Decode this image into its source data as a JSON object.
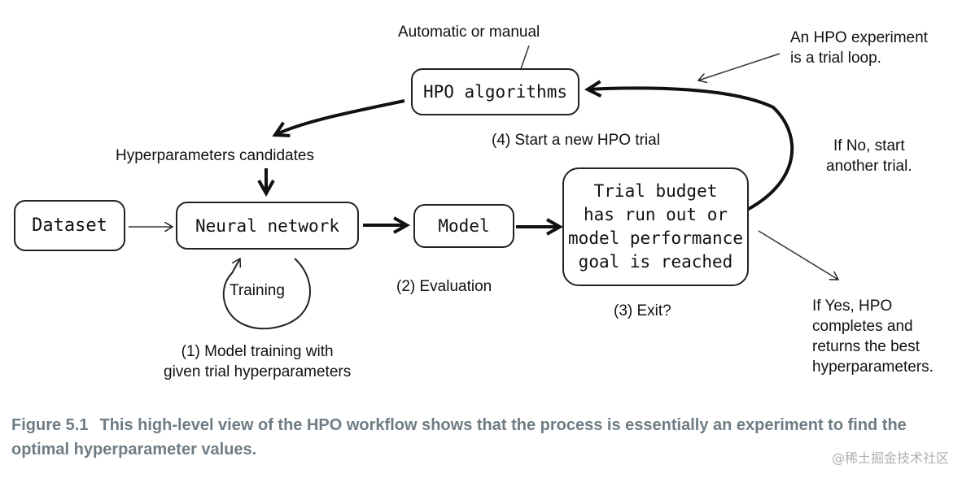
{
  "nodes": {
    "hpo_algorithms": "HPO algorithms",
    "dataset": "Dataset",
    "neural_network": "Neural network",
    "model": "Model",
    "exit_condition": [
      "Trial budget",
      "has run out or",
      "model performance",
      "goal is reached"
    ]
  },
  "labels": {
    "automatic_or_manual": "Automatic or manual",
    "hpo_experiment": [
      "An HPO experiment",
      "is a trial loop."
    ],
    "hyperparameter_candidates": "Hyperparameters candidates",
    "start_new_trial": "(4) Start a new HPO trial",
    "if_no": [
      "If No, start",
      "another trial."
    ],
    "training": "Training",
    "evaluation": "(2) Evaluation",
    "exit": "(3) Exit?",
    "model_training": [
      "(1) Model training with",
      "given trial hyperparameters"
    ],
    "if_yes": [
      "If Yes, HPO",
      "completes and",
      "returns the best",
      "hyperparameters."
    ]
  },
  "caption": {
    "number": "Figure 5.1",
    "text": "This high-level view of the HPO workflow shows that the process is essentially an experiment to find the optimal hyperparameter values."
  },
  "watermark": "@稀土掘金技术社区"
}
